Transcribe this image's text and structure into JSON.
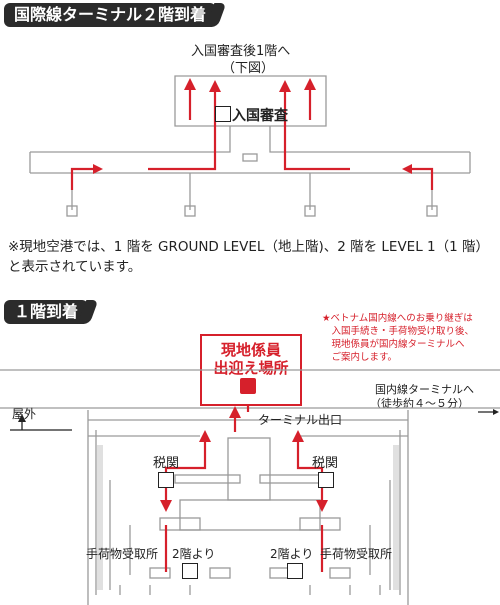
{
  "floor2": {
    "tag": "国際線ターミナル２階到着",
    "heading_line1": "入国審査後1階へ",
    "heading_line2": "（下図）",
    "immigration_label": "入国審査"
  },
  "note": {
    "text": "※現地空港では、1 階を GROUND LEVEL（地上階)、2 階を LEVEL 1（1 階）と表示されています。"
  },
  "floor1": {
    "tag": "１階到着",
    "red_note": "★ベトナム国内線へのお乗り継ぎは\n　入国手続き・手荷物受け取り後、\n　現地係員が国内線ターミナルへ\n　ご案内します。",
    "meeting_line1": "現地係員",
    "meeting_line2": "出迎え場所",
    "domestic_line1": "国内線ターミナルへ",
    "domestic_line2": "（徒歩約４～５分）",
    "outside": "屋外",
    "terminal_exit": "ターミナル出口",
    "customs_left": "税関",
    "customs_right": "税関",
    "baggage_left": "手荷物受取所",
    "baggage_right": "手荷物受取所",
    "from2f_left": "2階より",
    "from2f_right": "2階より"
  },
  "colors": {
    "accent": "#d6202b",
    "line": "#999999",
    "dark": "#2b2b2b"
  }
}
